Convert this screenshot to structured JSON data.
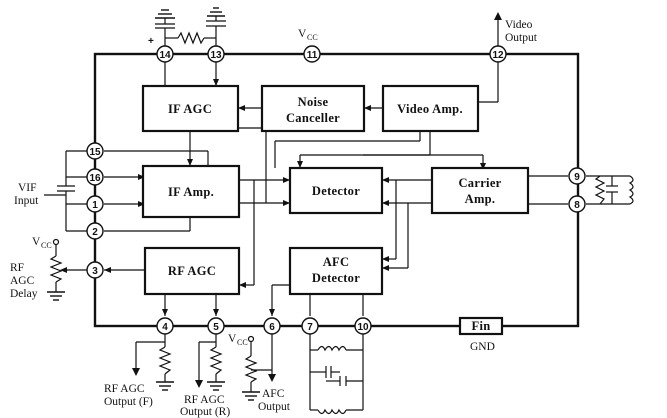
{
  "blocks": {
    "if_agc": "IF  AGC",
    "noise_canceller_1": "Noise",
    "noise_canceller_2": "Canceller",
    "video_amp": "Video  Amp.",
    "if_amp": "IF  Amp.",
    "detector": "Detector",
    "carrier_amp_1": "Carrier",
    "carrier_amp_2": "Amp.",
    "rf_agc": "RF  AGC",
    "afc_detector_1": "AFC",
    "afc_detector_2": "Detector",
    "fin": "Fin"
  },
  "pins": [
    "14",
    "13",
    "11",
    "12",
    "15",
    "16",
    "1",
    "2",
    "3",
    "4",
    "5",
    "6",
    "7",
    "10",
    "9",
    "8"
  ],
  "labels": {
    "vcc_main": "V",
    "vcc_sub": "CC",
    "video_output_1": "Video",
    "video_output_2": "Output",
    "vif_input_1": "VIF",
    "vif_input_2": "Input",
    "vcc_left": "V",
    "vcc_left_sub": "CC",
    "rf_agc_delay_1": "RF",
    "rf_agc_delay_2": "AGC",
    "rf_agc_delay_3": "Delay",
    "rf_agc_out_f_1": "RF AGC",
    "rf_agc_out_f_2": "Output (F)",
    "rf_agc_out_r_1": "RF AGC",
    "rf_agc_out_r_2": "Output (R)",
    "vcc_bottom": "V",
    "vcc_bottom_sub": "CC",
    "afc_output_1": "AFC",
    "afc_output_2": "Output",
    "gnd": "GND",
    "plus": "+"
  }
}
